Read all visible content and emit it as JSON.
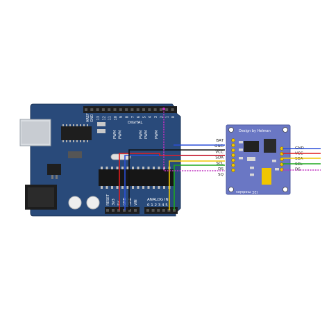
{
  "colors": {
    "board_blue": "#294a7a",
    "module_blue": "#6a77c4",
    "wire_blue": "#2b4fd8",
    "wire_black": "#111111",
    "wire_red": "#e11c1c",
    "wire_yellow": "#f0c600",
    "wire_green": "#1ea81e",
    "wire_magenta": "#c030c0"
  },
  "arduino": {
    "aref": "AREF",
    "gnd": "GND",
    "digital": "DIGITAL",
    "analog": "ANALOG IN",
    "analog_pins": "0 1 2 3 4 5",
    "power_labels": [
      "RESET",
      "3V3",
      "5V",
      "GND",
      "GND",
      "VIN"
    ],
    "pwm_label": "PWM",
    "digital_pins": [
      "13",
      "12",
      "11",
      "10",
      "9",
      "8",
      "7",
      "6",
      "5",
      "4",
      "3",
      "2",
      "1",
      "0"
    ]
  },
  "module": {
    "title": "Design by Helman",
    "footer": "I2C modules",
    "left_pins": [
      "BAT",
      "GND",
      "VCC",
      "SDA",
      "SCL",
      "DS",
      "SQ"
    ],
    "right_pins": [
      "GND",
      "VCC",
      "SDA",
      "SCL",
      "DS"
    ]
  },
  "icons": [
    "usb-connector-icon",
    "power-jack-icon",
    "microcontroller-chip-icon",
    "ds1307-rtc-chip-icon",
    "crystal-icon"
  ]
}
